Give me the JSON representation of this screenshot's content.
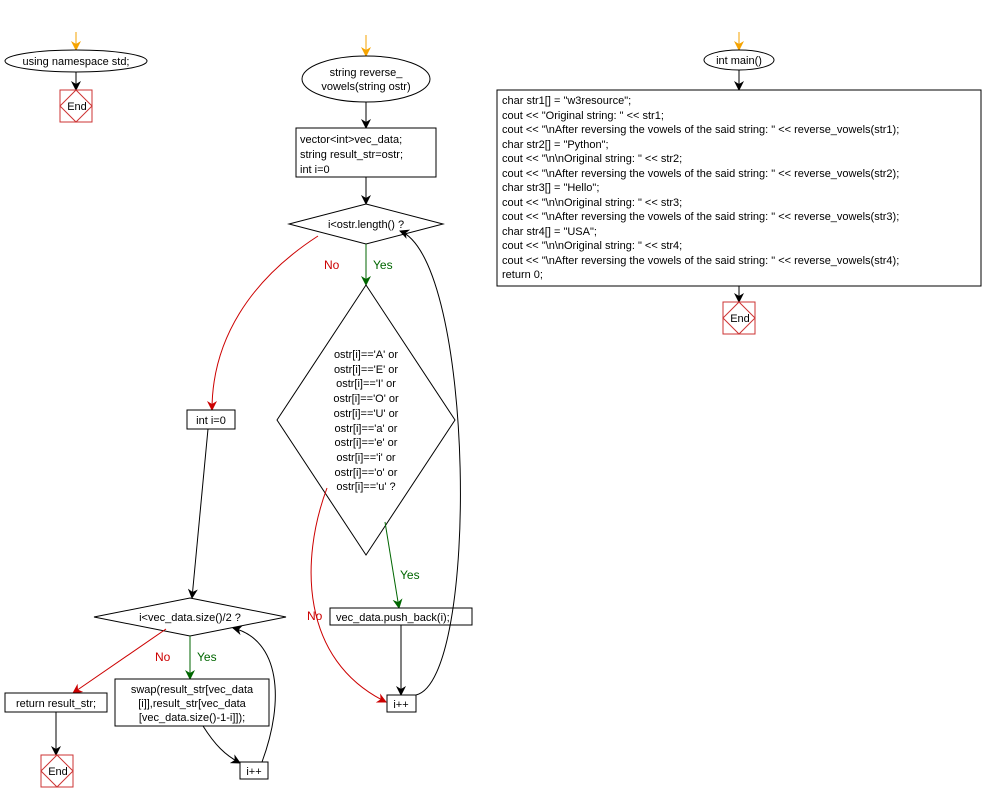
{
  "colors": {
    "start_arrow": "#f5a300",
    "no_branch": "#cc0000",
    "yes_branch": "#006600",
    "end_border": "#cc3333",
    "stroke": "#000000"
  },
  "labels": {
    "yes": "Yes",
    "no": "No"
  },
  "flow1": {
    "start": "using namespace std;",
    "end": "End"
  },
  "flow2": {
    "start": [
      "string reverse_",
      "vowels(string ostr)"
    ],
    "init": [
      "vector<int>vec_data;",
      "string result_str=ostr;",
      "int i=0"
    ],
    "loop_condition": "i<ostr.length() ?",
    "vowel_condition": [
      "ostr[i]=='A' or",
      "ostr[i]=='E' or",
      "ostr[i]=='I' or",
      "ostr[i]=='O' or",
      "ostr[i]=='U' or",
      "ostr[i]=='a' or",
      "ostr[i]=='e' or",
      "ostr[i]=='i' or",
      "ostr[i]=='o' or",
      "ostr[i]=='u' ?"
    ],
    "push": "vec_data.push_back(i);",
    "increment": "i++",
    "reset": "int i=0",
    "swap_condition": "i<vec_data.size()/2 ?",
    "swap": [
      "swap(result_str[vec_data",
      "[i]],result_str[vec_data",
      "[vec_data.size()-1-i]]);"
    ],
    "increment2": "i++",
    "return": "return result_str;",
    "end": "End"
  },
  "flow3": {
    "start": "int main()",
    "body": [
      "char str1[] = \"w3resource\";",
      "cout << \"Original string: \" << str1;",
      "cout << \"\\nAfter reversing the vowels of the said string: \" << reverse_vowels(str1);",
      "char str2[] = \"Python\";",
      "cout << \"\\n\\nOriginal string: \" << str2;",
      "cout << \"\\nAfter reversing the vowels of the said string: \" << reverse_vowels(str2);",
      "char str3[] = \"Hello\";",
      "cout << \"\\n\\nOriginal string: \" << str3;",
      "cout << \"\\nAfter reversing the vowels of the said string: \" << reverse_vowels(str3);",
      "char str4[] = \"USA\";",
      "cout << \"\\n\\nOriginal string: \" << str4;",
      "cout << \"\\nAfter reversing the vowels of the said string: \" << reverse_vowels(str4);",
      "return 0;"
    ],
    "end": "End"
  }
}
